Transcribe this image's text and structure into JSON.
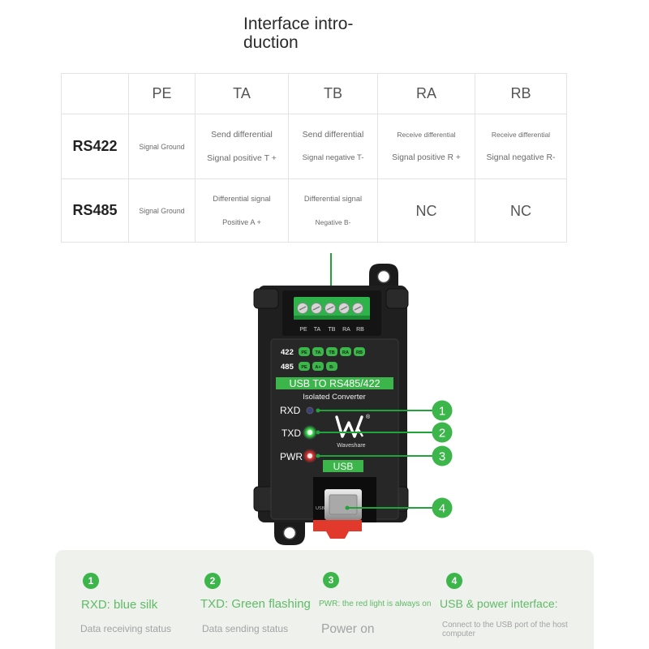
{
  "title": {
    "line1": "Interface intro-",
    "line2": "duction"
  },
  "colors": {
    "accent": "#3cb54a",
    "callout_line": "#22a23a",
    "legend_text": "#5fbb66",
    "terminal_green": "#2db34a",
    "led_rxd": "#3b3f80",
    "led_txd": "#3dff55",
    "led_pwr": "#ff3434",
    "latch_red": "#e2392d"
  },
  "table": {
    "headers": [
      "PE",
      "TA",
      "TB",
      "RA",
      "RB"
    ],
    "rows": [
      {
        "label": "RS422",
        "cells": [
          {
            "lines": [
              "Signal Ground"
            ]
          },
          {
            "lines": [
              "Send differential",
              "Signal positive T +"
            ]
          },
          {
            "lines": [
              "Send differential",
              "Signal negative T-"
            ]
          },
          {
            "lines": [
              "Receive differential",
              "Signal positive R +"
            ]
          },
          {
            "lines": [
              "Receive differential",
              "Signal negative R-"
            ]
          }
        ]
      },
      {
        "label": "RS485",
        "cells": [
          {
            "lines": [
              "Signal Ground"
            ]
          },
          {
            "lines": [
              "Differential signal",
              "Positive A +"
            ]
          },
          {
            "lines": [
              "Differential signal",
              "Negative B-"
            ]
          },
          {
            "lines": [
              "NC"
            ]
          },
          {
            "lines": [
              "NC"
            ]
          }
        ]
      }
    ]
  },
  "device": {
    "terminal_labels": [
      "PE",
      "TA",
      "TB",
      "RA",
      "RB"
    ],
    "rs422_row": {
      "label": "422",
      "pins": [
        "PE",
        "TA",
        "TB",
        "RA",
        "RB"
      ]
    },
    "rs485_row": {
      "label": "485",
      "pins": [
        "PE",
        "A+",
        "B-"
      ]
    },
    "banner": "USB TO RS485/422",
    "subtitle": "Isolated Converter",
    "indicators": [
      {
        "label": "RXD"
      },
      {
        "label": "TXD"
      },
      {
        "label": "PWR"
      }
    ],
    "logo": {
      "icon": "waveshare-logo-icon",
      "registered_mark": "®",
      "wordmark": "Waveshare"
    },
    "usb_label": "USB",
    "port_marking": "USB"
  },
  "legend": [
    {
      "num": "1",
      "title": "RXD: blue silk",
      "description": "Data receiving status"
    },
    {
      "num": "2",
      "title": "TXD: Green flashing",
      "description": "Data sending status"
    },
    {
      "num": "3",
      "title": "PWR: the red light is always on",
      "description": "Power on"
    },
    {
      "num": "4",
      "title": "USB & power interface:",
      "description": "Connect to the USB port of the host computer"
    }
  ]
}
